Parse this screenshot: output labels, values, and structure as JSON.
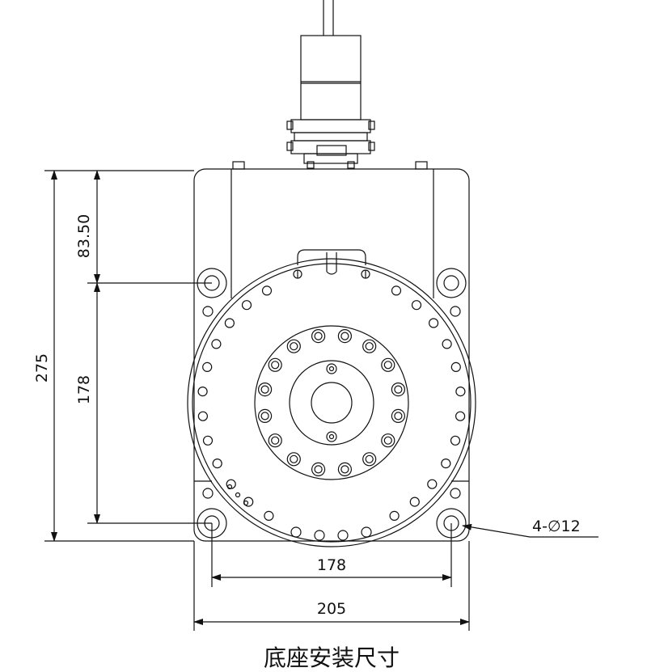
{
  "drawing": {
    "dimensions": {
      "height_total": "275",
      "height_upper": "83.50",
      "height_hole_spacing": "178",
      "width_hole_spacing": "178",
      "width_total": "205",
      "hole_callout": "4-∅12"
    },
    "caption": "底座安装尺寸"
  }
}
